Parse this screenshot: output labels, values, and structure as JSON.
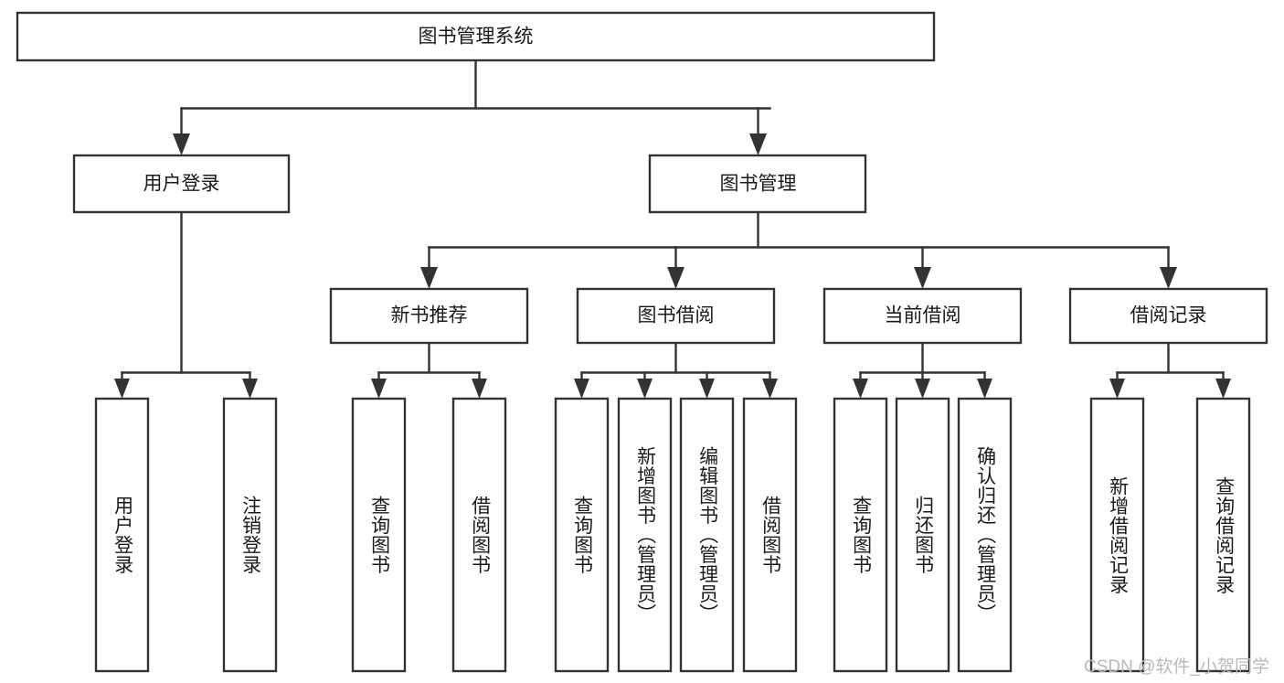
{
  "diagram": {
    "title": "图书管理系统",
    "root": {
      "label": "图书管理系统"
    },
    "level2": [
      {
        "label": "用户登录"
      },
      {
        "label": "图书管理"
      }
    ],
    "level3": [
      {
        "label": "新书推荐"
      },
      {
        "label": "图书借阅"
      },
      {
        "label": "当前借阅"
      },
      {
        "label": "借阅记录"
      }
    ],
    "leaves": [
      {
        "label": "用户登录",
        "parent": "用户登录"
      },
      {
        "label": "注销登录",
        "parent": "用户登录"
      },
      {
        "label": "查询图书",
        "parent": "新书推荐"
      },
      {
        "label": "借阅图书",
        "parent": "新书推荐"
      },
      {
        "label": "查询图书",
        "parent": "图书借阅"
      },
      {
        "label": "新增图书（管理员）",
        "parent": "图书借阅"
      },
      {
        "label": "编辑图书（管理员）",
        "parent": "图书借阅"
      },
      {
        "label": "借阅图书",
        "parent": "图书借阅"
      },
      {
        "label": "查询图书",
        "parent": "当前借阅"
      },
      {
        "label": "归还图书",
        "parent": "当前借阅"
      },
      {
        "label": "确认归还（管理员）",
        "parent": "当前借阅"
      },
      {
        "label": "新增借阅记录",
        "parent": "借阅记录"
      },
      {
        "label": "查询借阅记录",
        "parent": "借阅记录"
      }
    ]
  },
  "watermark": {
    "text": "CSDN @软件_小贺同学"
  },
  "colors": {
    "stroke": "#333333",
    "box_fill": "#ffffff",
    "text": "#1a1a1a",
    "watermark": "#b9b9b9",
    "background": "#ffffff"
  }
}
